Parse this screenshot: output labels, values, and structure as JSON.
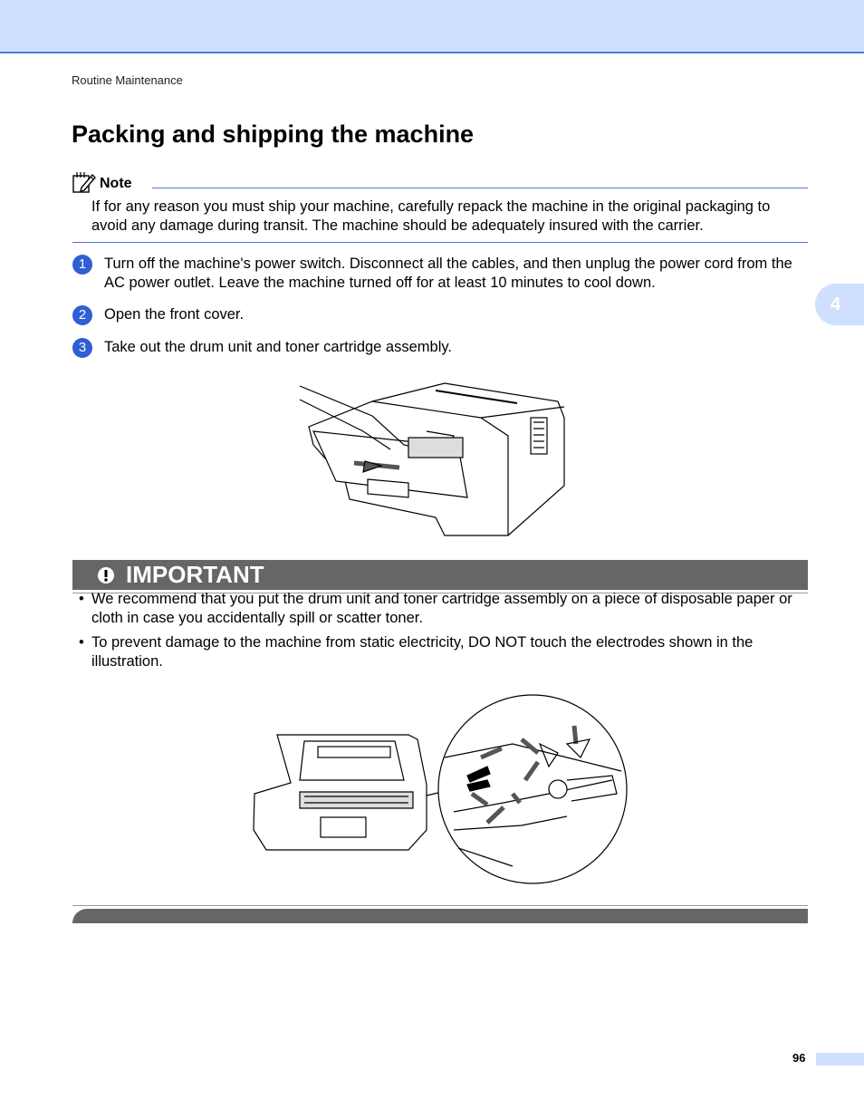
{
  "header": {
    "breadcrumb": "Routine Maintenance"
  },
  "side_tab": {
    "chapter": "4"
  },
  "title": "Packing and shipping the machine",
  "note": {
    "label": "Note",
    "text": "If for any reason you must ship your machine, carefully repack the machine in the original packaging to avoid any damage during transit. The machine should be adequately insured with the carrier."
  },
  "steps": [
    {
      "num": "1",
      "text": "Turn off the machine's power switch. Disconnect all the cables, and then unplug the power cord from the AC power outlet. Leave the machine turned off for at least 10 minutes to cool down."
    },
    {
      "num": "2",
      "text": "Open the front cover."
    },
    {
      "num": "3",
      "text": "Take out the drum unit and toner cartridge assembly."
    }
  ],
  "important": {
    "label": "IMPORTANT",
    "bullets": [
      "We recommend that you put the drum unit and toner cartridge assembly on a piece of disposable paper or cloth in case you accidentally spill or scatter toner.",
      "To prevent damage to the machine from static electricity, DO NOT touch the electrodes shown in the illustration."
    ]
  },
  "footer": {
    "page_number": "96"
  },
  "colors": {
    "accent": "#2f5fd3",
    "band": "#cfe0ff",
    "important_bar": "#666666"
  },
  "icons": {
    "note": "note-pencil-icon",
    "important": "exclamation-icon",
    "step": "step-number-badge"
  }
}
